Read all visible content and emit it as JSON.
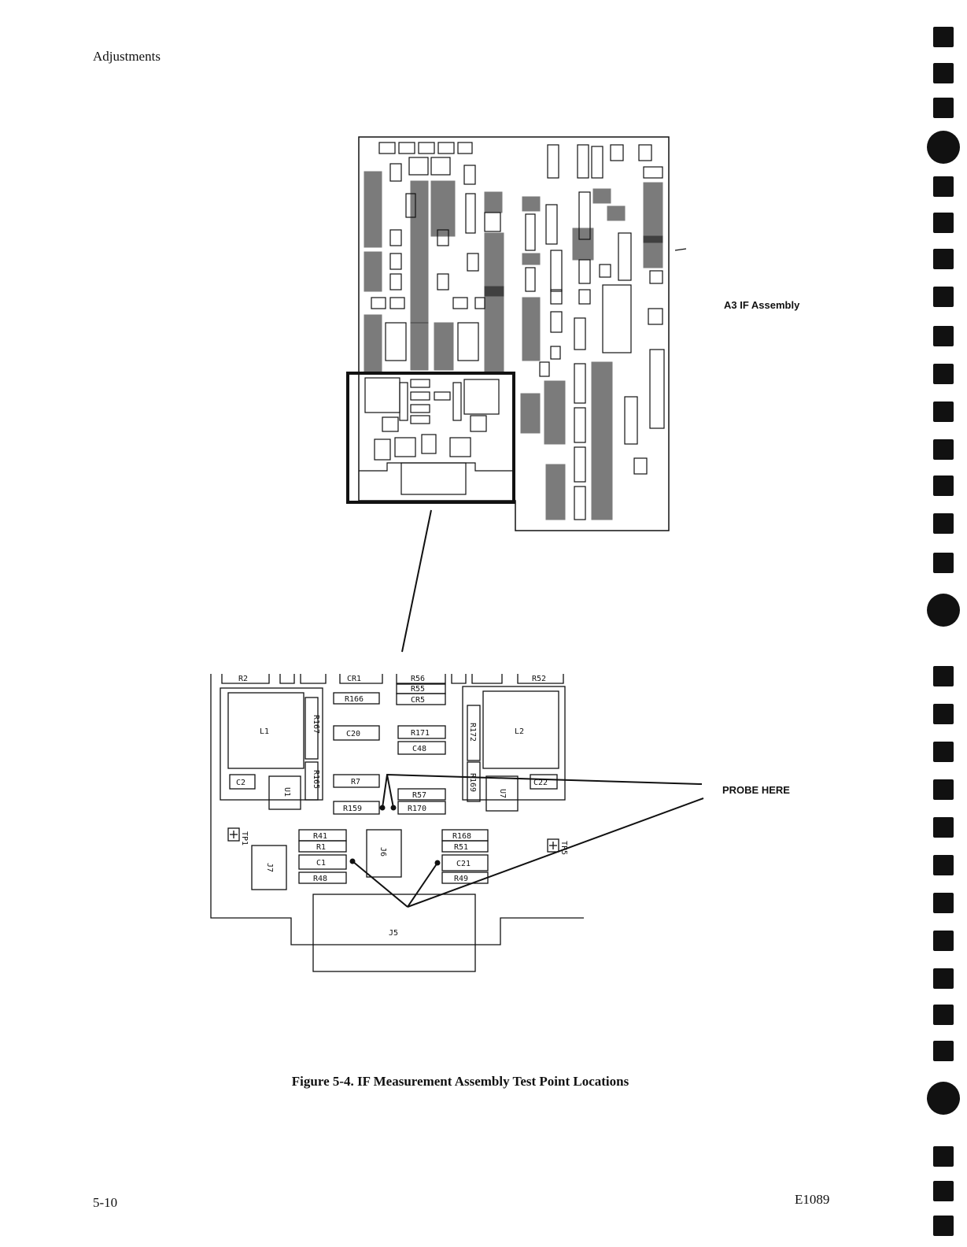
{
  "page": {
    "header": "Adjustments",
    "page_number": "5-10",
    "doc_code": "E1089"
  },
  "figure": {
    "caption": "Figure 5-4.  IF Measurement Assembly Test Point Locations",
    "board_title": "A3  IF Assembly",
    "probe_label": "PROBE HERE"
  },
  "components": {
    "r2": "R2",
    "cr1": "CR1",
    "r56": "R56",
    "r55": "R55",
    "cr5": "CR5",
    "r52": "R52",
    "r166": "R166",
    "l1": "L1",
    "r167": "R167",
    "c20": "C20",
    "r171": "R171",
    "c48": "C48",
    "r172": "R172",
    "l2": "L2",
    "c2": "C2",
    "u1": "U1",
    "r165": "R165",
    "r7": "R7",
    "r57": "R57",
    "r159": "R159",
    "r170": "R170",
    "r169": "R169",
    "u7": "U7",
    "c22": "C22",
    "tp1": "TP1",
    "r41": "R41",
    "r1": "R1",
    "c1": "C1",
    "r48": "R48",
    "j6": "J6",
    "r168": "R168",
    "r51": "R51",
    "c21": "C21",
    "r49": "R49",
    "tp5": "TP5",
    "j7": "J7",
    "j5": "J5"
  }
}
